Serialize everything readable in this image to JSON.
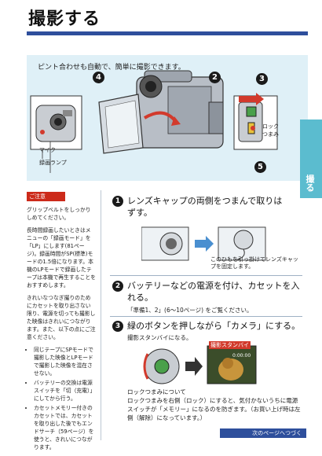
{
  "page": {
    "title": "撮影する",
    "side_tab": "撮る",
    "next_page": "次のページへつづく"
  },
  "hero": {
    "caption": "ピント合わせも自動で、簡単に撮影できます。",
    "labels": {
      "mic": "マイク",
      "rec_lamp": "録画ランプ",
      "lock": "ロック",
      "tsumami": "つまみ"
    },
    "numbers": [
      "4",
      "2",
      "3",
      "5"
    ]
  },
  "note": {
    "badge": "ご注意",
    "paragraphs": [
      "グリップベルトをしっかりしめてください。",
      "長時間録画したいときはメニューの「録画モード」を「LP」にします(81ページ)。録画時間がSP(標準)モードの1.5倍になります。本機のLPモードで録画したテープは本機で再生することをおすすめします。",
      "きれいなつなぎ撮りのためにカセットを取り出さない限り、電源を切っても撮影した映像はきれいにつながります。また、以下の点にご注意ください。"
    ],
    "bullets": [
      "同じテープにSPモードで撮影した映像とLPモードで撮影した映像を混在させない。",
      "バッテリーの交換は電源スイッチを「切（充電）」にしてから行う。",
      "カセットメモリー付きのカセットでは、カセットを取り出した後でもエンドサーチ（59ページ）を使うと、きれいにつながります。"
    ]
  },
  "steps": [
    {
      "num": "1",
      "text": "レンズキャップの両側をつまんで取りはずす。"
    },
    {
      "num": "2",
      "text": "バッテリーなどの電源を付け、カセットを入れる。",
      "ref": "「準備1、2」(6～10ページ) をご覧ください。"
    },
    {
      "num": "3",
      "text": "緑のボタンを押しながら「カメラ」にする。",
      "ref": "撮影スタンバイになる。"
    }
  ],
  "step1_caption": "このひもを引っ掛けてレンズキャップを固定します。",
  "screen": {
    "label": "撮影スタンバイ",
    "timecode": "0:00:00"
  },
  "lock_note": {
    "heading": "ロックつまみについて",
    "body": "ロックつまみを右側（ロック）にすると、気付かないうちに電源スイッチが「メモリー」になるのを防ぎます。（お買い上げ時は左側（解除）になっています。）"
  }
}
